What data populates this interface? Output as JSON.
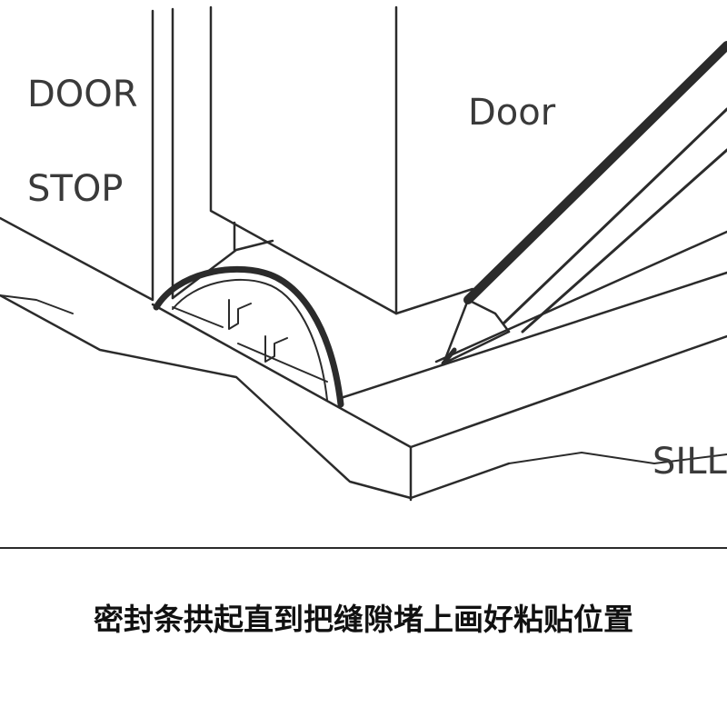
{
  "labels": {
    "door_stop_line1": "DOOR",
    "door_stop_line2": "STOP",
    "door": "Door",
    "sill": "SILL"
  },
  "caption": "密封条拱起直到把缝隙堵上画好粘贴位置",
  "colors": {
    "line": "#2b2b2b",
    "text": "#3a3a3a",
    "caption": "#111111",
    "background": "#ffffff"
  },
  "icons": [
    "pencil-icon"
  ]
}
